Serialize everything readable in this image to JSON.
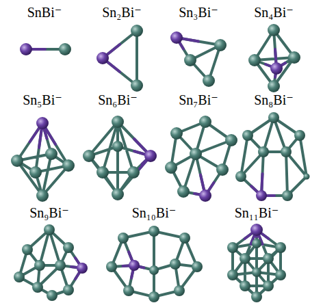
{
  "diagram": {
    "labels": [
      "SnBi⁻",
      "Sn₂Bi⁻",
      "Sn₃Bi⁻",
      "Sn₄Bi⁻",
      "Sn₅Bi⁻",
      "Sn₆Bi⁻",
      "Sn₇Bi⁻",
      "Sn₈Bi⁻",
      "Sn₉Bi⁻",
      "Sn₁₀Bi⁻",
      "Sn₁₁Bi⁻"
    ]
  }
}
